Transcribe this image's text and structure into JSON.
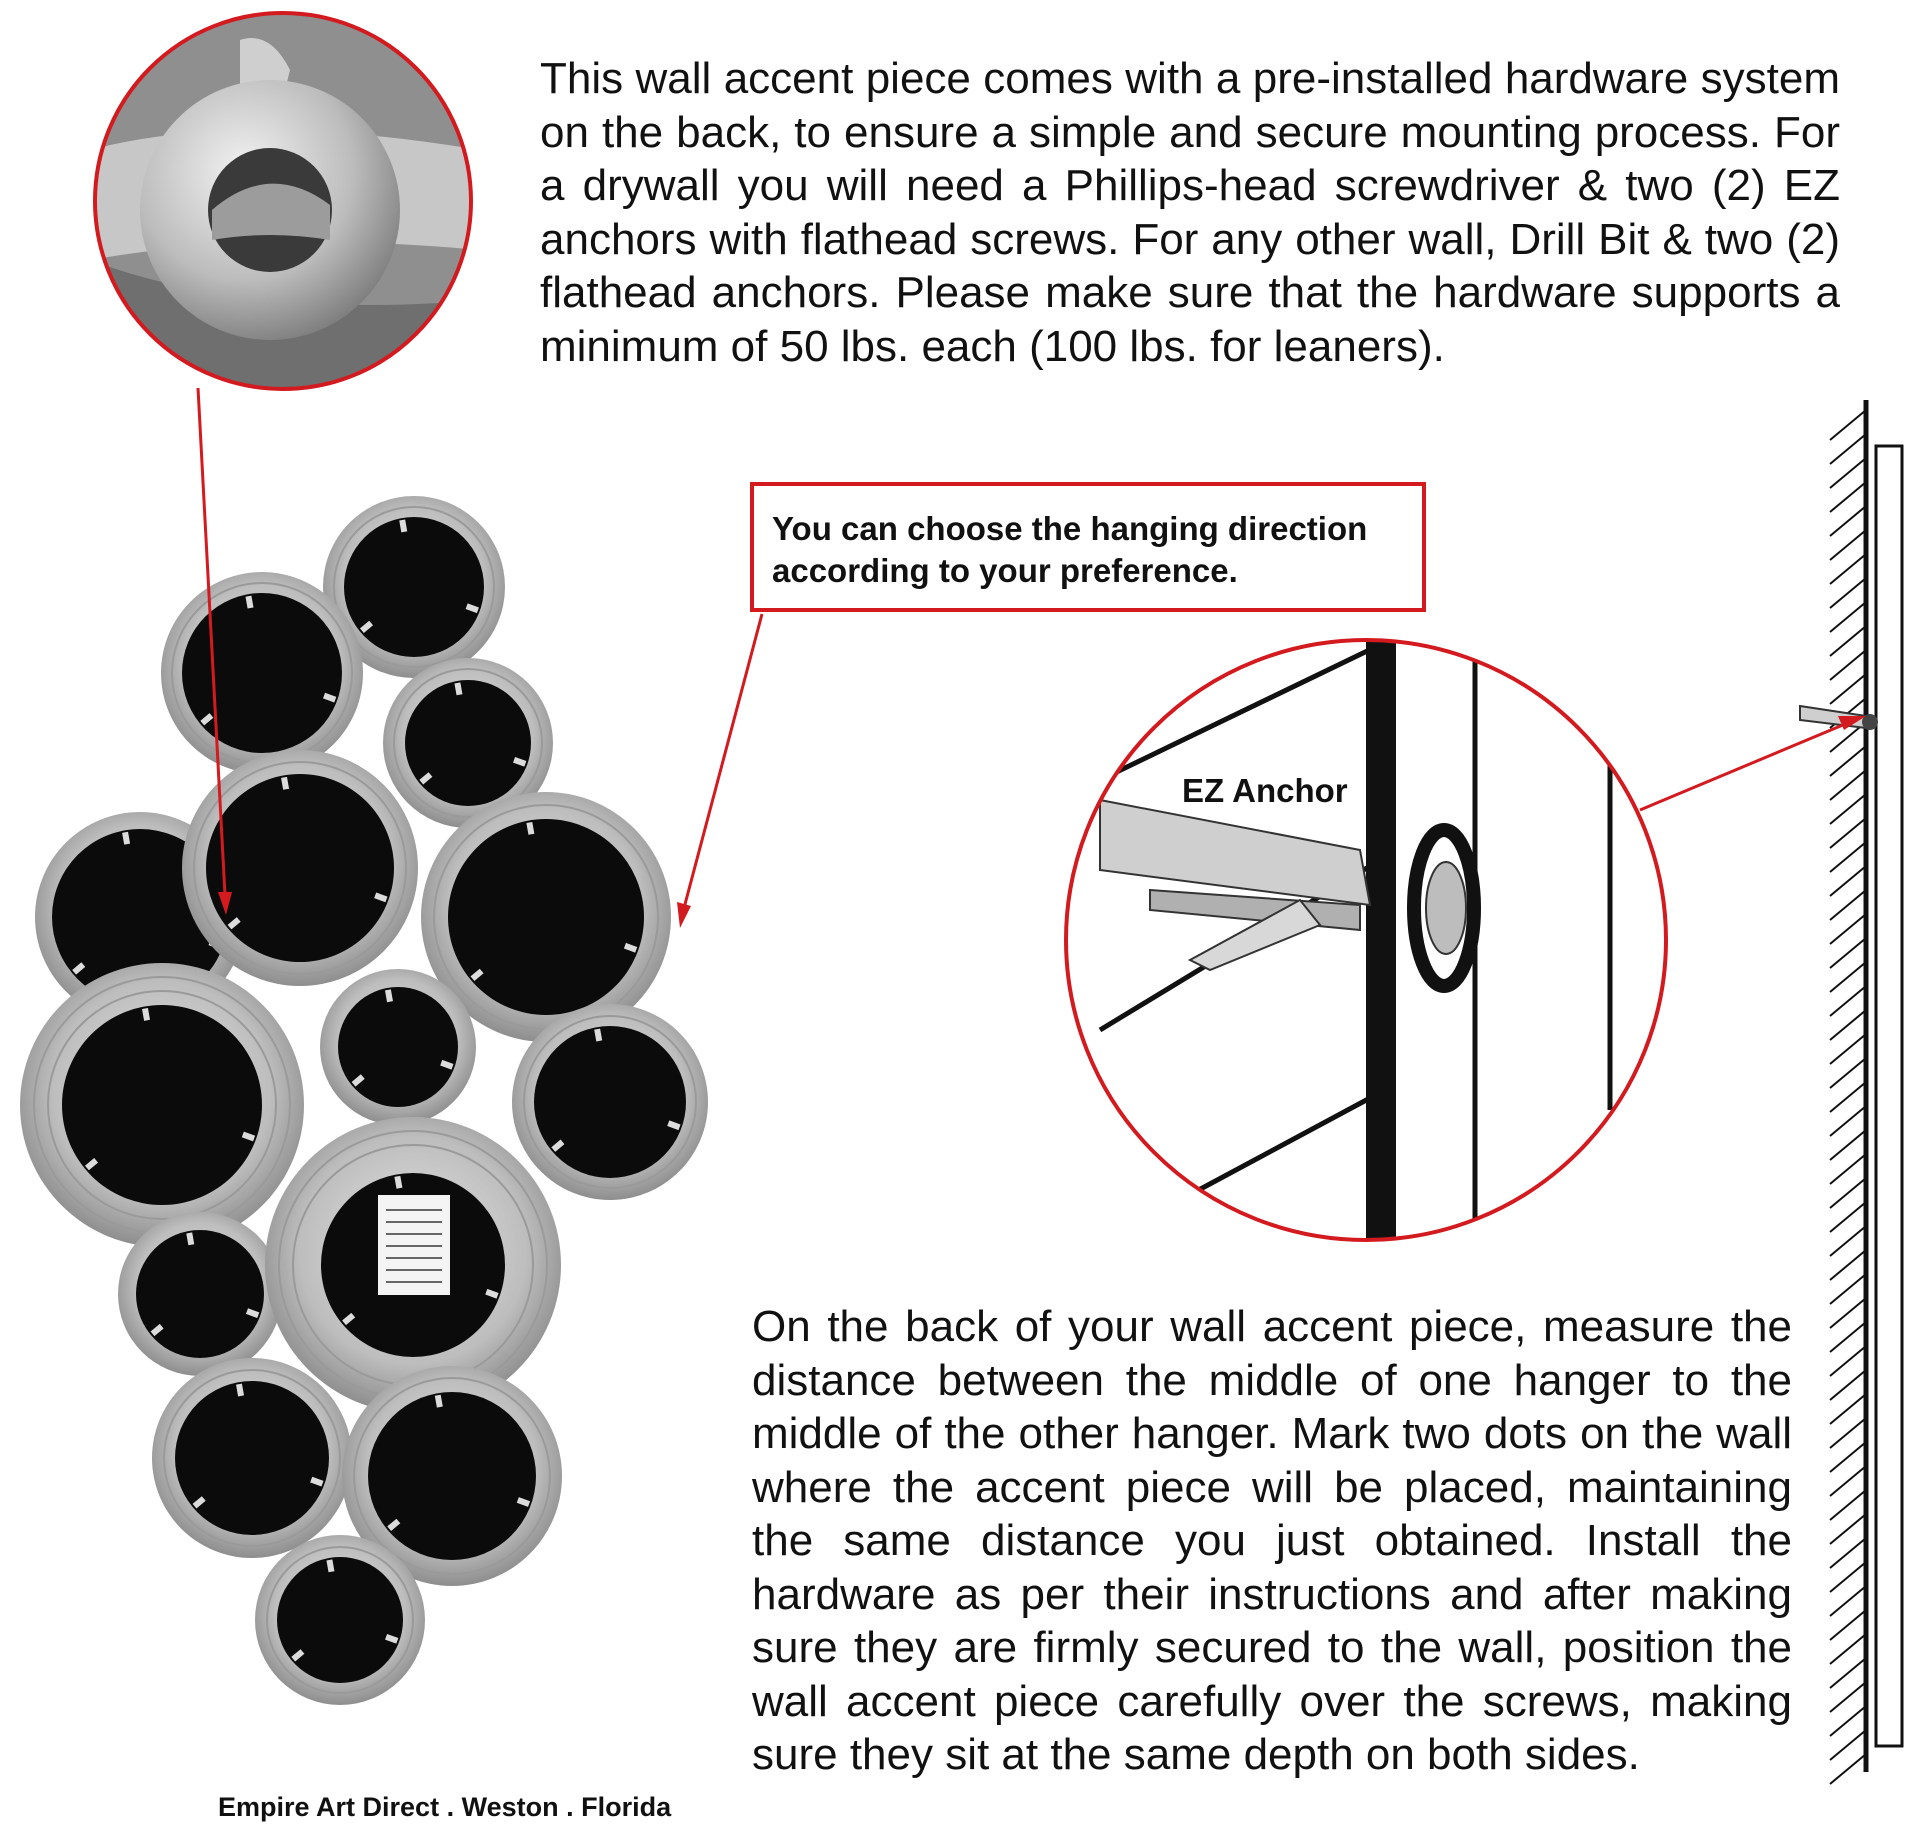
{
  "intro_text": "This wall accent piece comes with a pre-installed hardware system on the back, to ensure a simple and secure mounting process.  For a drywall you will need a Phillips-head screwdriver & two (2) EZ anchors with flathead screws. For any other wall, Drill Bit & two (2) flathead anchors.  Please make sure that the hardware supports a minimum of 50 lbs. each (100 lbs. for leaners).",
  "callout_text": "You can choose the hanging direction according to your preference.",
  "ez_anchor_label": "EZ Anchor",
  "instructions_text": "On the back of your wall accent piece, measure the distance between the middle of one hanger to the middle of the other hanger. Mark two dots on the wall where the accent piece will be placed, maintaining the same distance you just obtained. Install the hardware as per their instructions and after making sure they are firmly secured to the wall, position the wall accent piece carefully over the screws, making sure they sit at the same depth on both sides.",
  "footer_text": "Empire Art Direct  . Weston . Florida",
  "colors": {
    "accent_red": "#d31a1f",
    "silver": "#b9b9b9",
    "black": "#0b0b0b"
  }
}
